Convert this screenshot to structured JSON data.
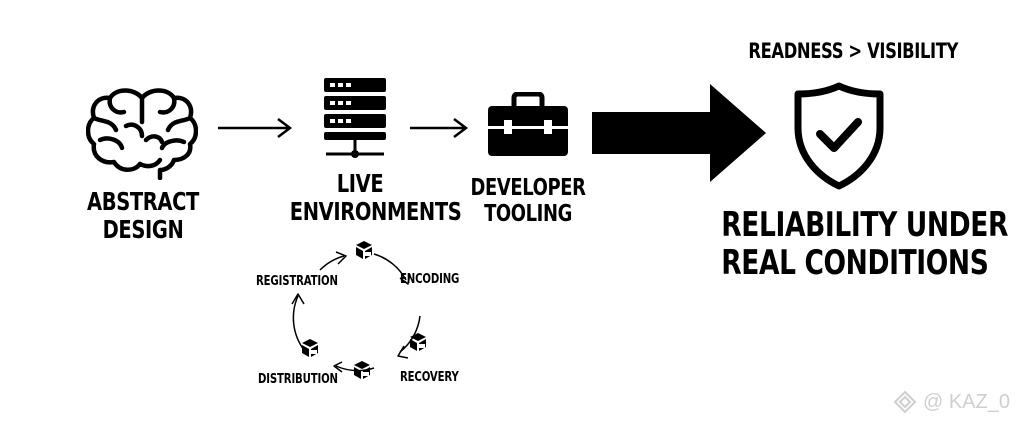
{
  "nodes": {
    "abstract_design": {
      "line1": "ABSTRACT",
      "line2": "DESIGN"
    },
    "live_environments": {
      "line1": "LIVE",
      "line2": "ENVIRONMENTS"
    },
    "developer_tooling": {
      "line1": "DEVELOPER",
      "line2": "TOOLING"
    },
    "outcome": {
      "line1": "RELIABILITY UNDER",
      "line2": "REAL CONDITIONS"
    }
  },
  "tagline": "READNESS > VISIBILITY",
  "cycle": {
    "registration": "REGISTRATION",
    "encoding": "ENCODING",
    "recovery": "RECOVERY",
    "distribution": "DISTRIBUTION"
  },
  "watermark": "@ KAZ_0",
  "icons": [
    "brain-icon",
    "server-rack-icon",
    "toolbox-icon",
    "shield-check-icon",
    "cube-stack-icon"
  ]
}
